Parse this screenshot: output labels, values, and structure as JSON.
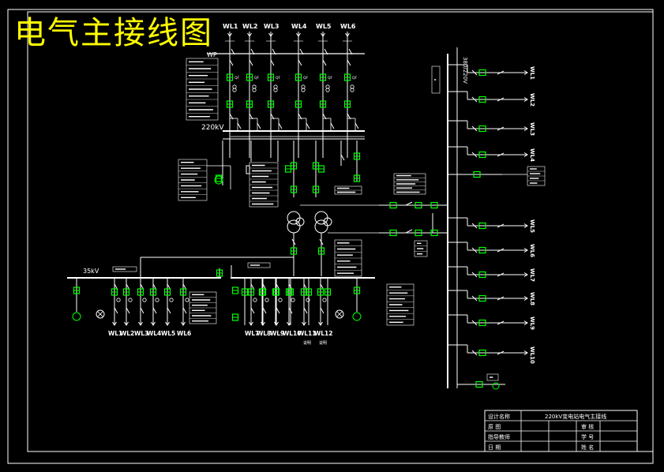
{
  "drawing": {
    "title": "电气主接线图",
    "colors": {
      "background": "#000000",
      "line": "#ffffff",
      "breaker": "#00ff00",
      "title": "#ffff00"
    }
  },
  "buses": {
    "hv_label": "220kV",
    "bypass_label": "WP",
    "mv_label": "35kV",
    "lv_label": "380/220V"
  },
  "feeders_220": [
    "WL1",
    "WL2",
    "WL3",
    "WL4",
    "WL5",
    "WL6"
  ],
  "feeders_35_left": [
    "WL1",
    "WL2",
    "WL3",
    "WL4",
    "WL5",
    "WL6"
  ],
  "feeders_35_right": [
    "WL7",
    "WL8",
    "WL9",
    "WL10",
    "WL11",
    "WL12"
  ],
  "feeders_lv": [
    "WL1",
    "WL2",
    "WL3",
    "WL4",
    "WL5",
    "WL6",
    "WL7",
    "WL8",
    "WL9",
    "WL10"
  ],
  "title_block": {
    "designer_label": "设计名称",
    "drawing_name": "220kV变电站电气主接线",
    "r1": [
      "原 图",
      "审 核"
    ],
    "r2": [
      "指导教师",
      "学 号"
    ],
    "r3": [
      "日 期",
      "姓 名"
    ]
  }
}
